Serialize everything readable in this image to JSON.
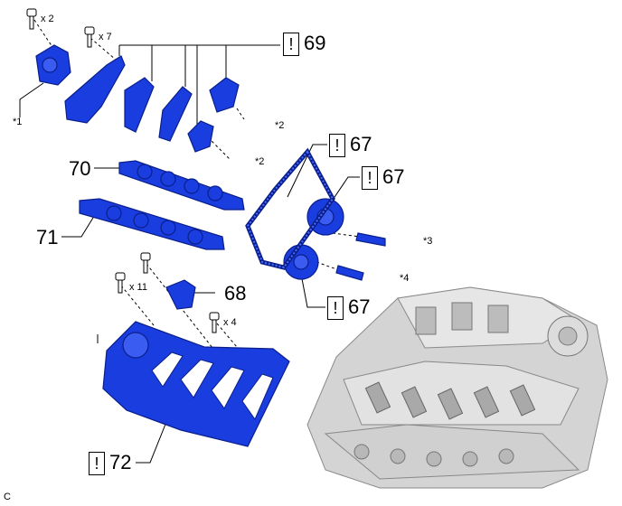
{
  "callouts": {
    "c69": "69",
    "c67a": "67",
    "c67b": "67",
    "c67c": "67",
    "c68": "68",
    "c70": "70",
    "c71": "71",
    "c72": "72"
  },
  "warning_symbol": "!",
  "notes": {
    "n1": "*1",
    "n2a": "*2",
    "n2b": "*2",
    "n3": "*3",
    "n4": "*4"
  },
  "quantities": {
    "q2": "x 2",
    "q7": "x 7",
    "q11": "x 11",
    "q4": "x 4"
  },
  "corner_code": "C",
  "colors": {
    "part_blue": "#1a3de0",
    "part_dark": "#0a1f8c",
    "engine_gray": "#c9c9c9",
    "line": "#000000"
  }
}
